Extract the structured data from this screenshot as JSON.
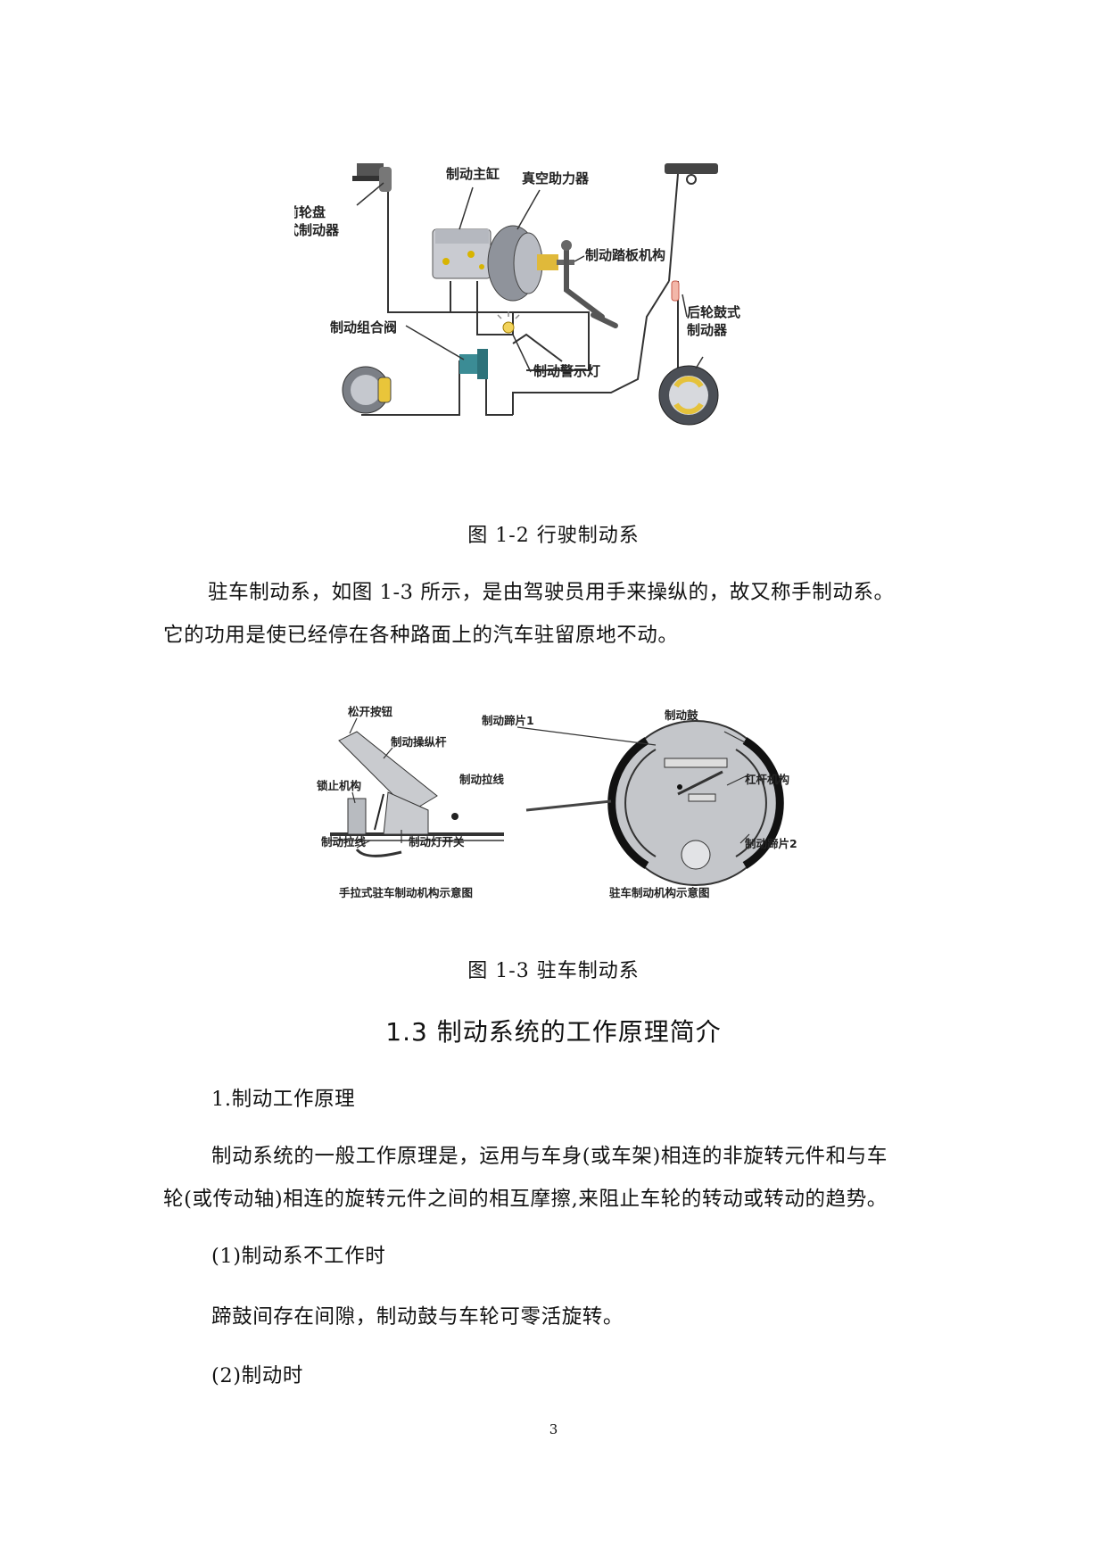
{
  "figure1": {
    "labels": {
      "front_brake": [
        "前轮盘",
        "式制动器"
      ],
      "master_cylinder": "制动主缸",
      "vacuum_booster": "真空助力器",
      "pedal": "制动踏板机构",
      "rear_brake": [
        "后轮鼓式",
        "制动器"
      ],
      "combo_valve": "制动组合阀",
      "warning_lamp": "制动警示灯"
    },
    "caption": "图 1-2  行驶制动系"
  },
  "para1": {
    "line1": "驻车制动系，如图 1-3 所示，是由驾驶员用手来操纵的，故又称手制动系。",
    "line2": "它的功用是使已经停在各种路面上的汽车驻留原地不动。"
  },
  "figure2": {
    "left": {
      "release_button": "松开按钮",
      "lever": "制动操纵杆",
      "lock": "锁止机构",
      "cable": "制动拉线",
      "light_switch": "制动灯开关",
      "title": "手拉式驻车制动机构示意图"
    },
    "right": {
      "shoe1": "制动蹄片1",
      "drum": "制动鼓",
      "cable": "制动拉线",
      "lever": "杠杆机构",
      "shoe2": "制动蹄片2",
      "title": "驻车制动机构示意图"
    },
    "caption": "图 1-3  驻车制动系"
  },
  "section_heading": "1.3 制动系统的工作原理简介",
  "subheading1": "1.制动工作原理",
  "para2": {
    "line1": "制动系统的一般工作原理是，运用与车身(或车架)相连的非旋转元件和与车",
    "line2": "轮(或传动轴)相连的旋转元件之间的相互摩擦,来阻止车轮的转动或转动的趋势。"
  },
  "item1": "(1)制动系不工作时",
  "para3": "蹄鼓间存在间隙，制动鼓与车轮可零活旋转。",
  "item2": "(2)制动时",
  "page_number": "3"
}
